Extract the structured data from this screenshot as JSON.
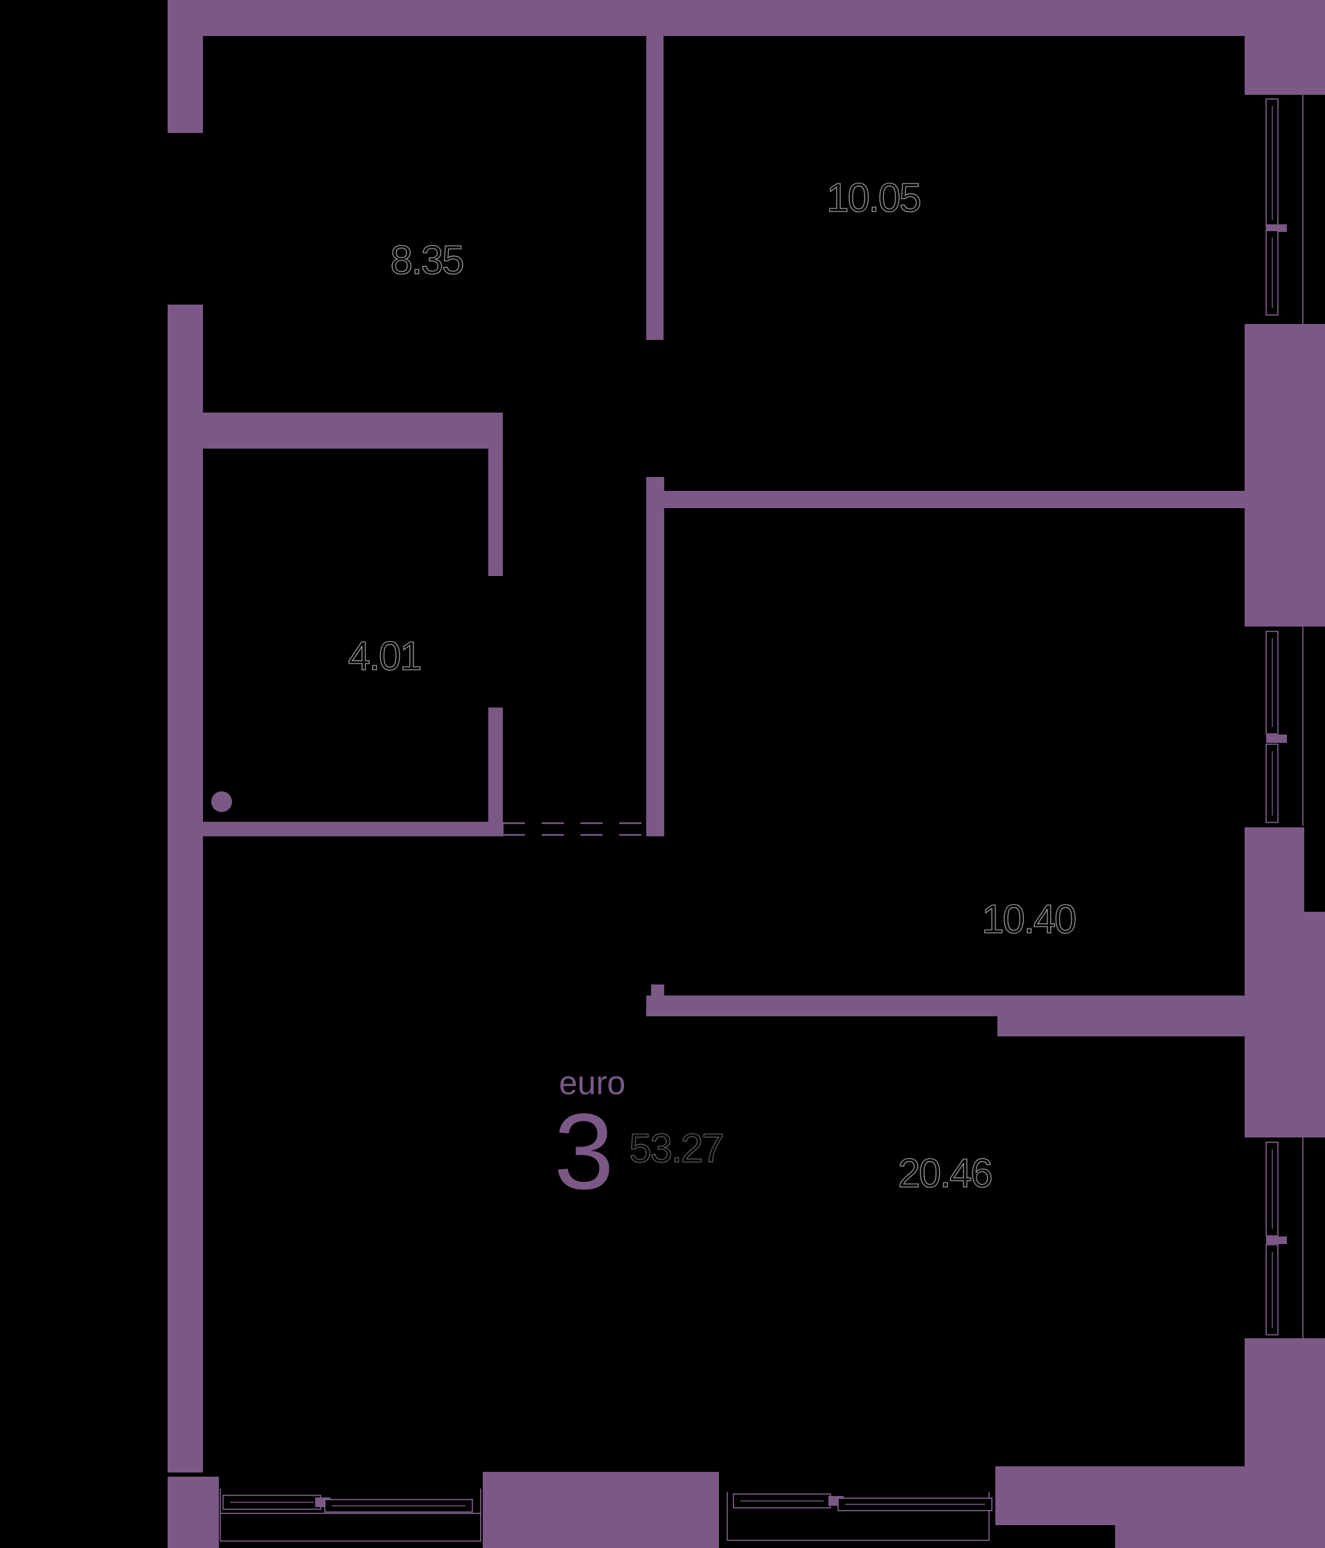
{
  "unit": {
    "category_label": "euro",
    "rooms_count": "3",
    "total_area": "53.27"
  },
  "rooms": [
    {
      "id": "room-top-left",
      "area": "8.35"
    },
    {
      "id": "room-top-right",
      "area": "10.05"
    },
    {
      "id": "room-mid-left",
      "area": "4.01"
    },
    {
      "id": "room-mid-right",
      "area": "10.40"
    },
    {
      "id": "room-bottom-right",
      "area": "20.46"
    }
  ],
  "colors": {
    "wall": "#7b5886",
    "window_line": "#8a6897",
    "room_label_outline": "#9a9a9a",
    "total_label_outline": "#5f5f5f",
    "background": "#000000",
    "accent_text": "#7b5886"
  }
}
